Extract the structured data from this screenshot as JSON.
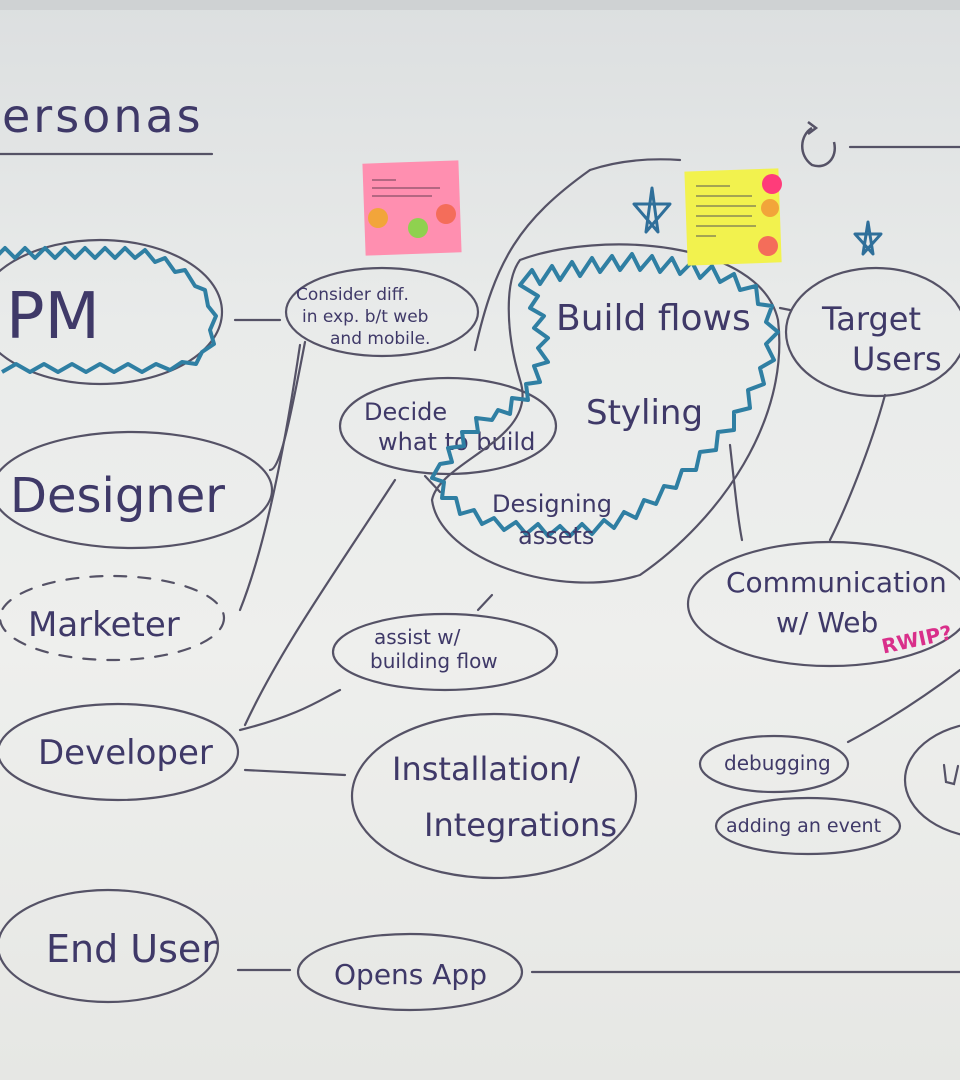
{
  "title": "ersonas",
  "personas": {
    "pm": "PM",
    "designer": "Designer",
    "marketer": "Marketer",
    "developer": "Developer",
    "end_user": "End User"
  },
  "nodes": {
    "consider": [
      "Consider diff.",
      "in exp. b/t web",
      "and mobile."
    ],
    "decide": [
      "Decide",
      "what to build"
    ],
    "build_flows": "Build flows",
    "styling": "Styling",
    "designing_assets": [
      "Designing",
      "assets"
    ],
    "assist": [
      "assist w/",
      "building flow"
    ],
    "installation": [
      "Installation/",
      "Integrations"
    ],
    "opens_app": "Opens App",
    "target_users": [
      "Target",
      "Users"
    ],
    "communication": [
      "Communication",
      "w/ Web"
    ],
    "communication_note": "RWIP?",
    "debugging": "debugging",
    "adding_event": "adding an event"
  },
  "colors": {
    "ink": "#3f3968",
    "line": "#555266",
    "squiggle": "#2f7fa3",
    "pink_note": "#ff8fb0",
    "yellow_note": "#f2f24e",
    "pink_accent": "#d92f8a"
  },
  "icons": [
    "star-doodle",
    "star-doodle",
    "cycle-doodle"
  ]
}
